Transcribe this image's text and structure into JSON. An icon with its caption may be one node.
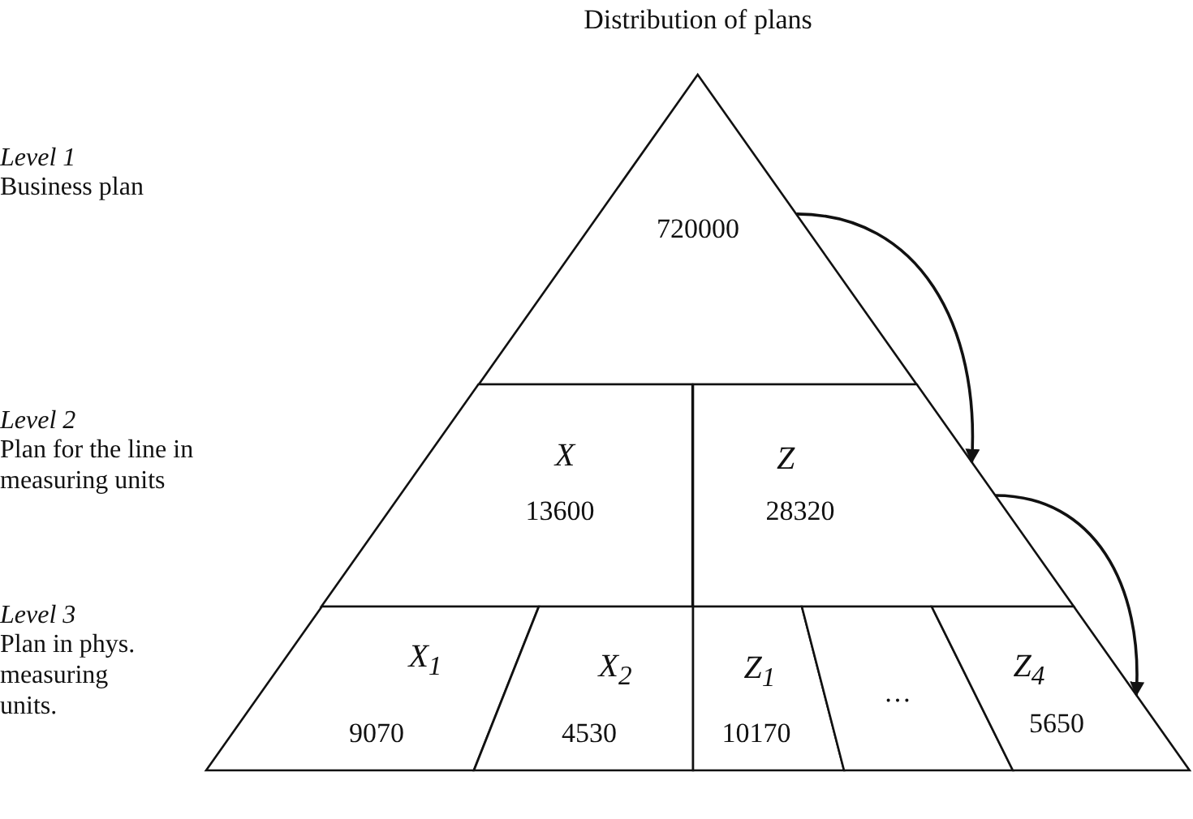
{
  "diagram": {
    "title": "Distribution of plans",
    "nodes": [
      {
        "text": [
          "720000"
        ]
      },
      {
        "text": [
          "X",
          "13600"
        ]
      },
      {
        "text": [
          "Z",
          "28320"
        ]
      },
      {
        "text": [
          "X$_{1}$",
          "9070"
        ]
      },
      {
        "text": [
          "X$_{2}$",
          "4530"
        ]
      },
      {
        "text": [
          "Z$_{1}$",
          "10170"
        ]
      },
      {
        "text": [
          "…"
        ]
      },
      {
        "text": [
          "Z$_{4}$",
          "5650"
        ]
      }
    ],
    "edges": [
      {
        "from": 0,
        "to": 2,
        "arrow": "to"
      },
      {
        "from": 2,
        "to": 7,
        "arrow": "to"
      }
    ],
    "labels": [
      "Level 1",
      "Business plan",
      "Level 2",
      "Plan for the line in measuring units",
      "Level 3",
      "Plan in phys. measuring units."
    ]
  }
}
